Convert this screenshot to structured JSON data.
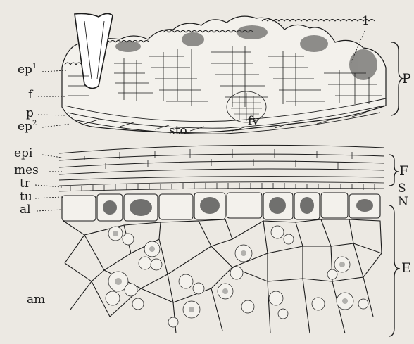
{
  "labels": {
    "ep1": "ep",
    "ep1_sup": "1",
    "f": "f",
    "p": "p",
    "ep2": "ep",
    "ep2_sup": "2",
    "sto": "sto",
    "fv": "fv",
    "one": "1",
    "epi": "epi",
    "mes": "mes",
    "tr": "tr",
    "tu": "tu",
    "al": "al",
    "am": "am"
  },
  "brackets": {
    "P": "P",
    "F": "F",
    "S": "S",
    "N": "N",
    "E": "E"
  },
  "colors": {
    "background": "#ece9e3",
    "ink": "#1c1c1c",
    "cell_fill": "#f3f1ec",
    "stipple": "#3a3a3a"
  }
}
